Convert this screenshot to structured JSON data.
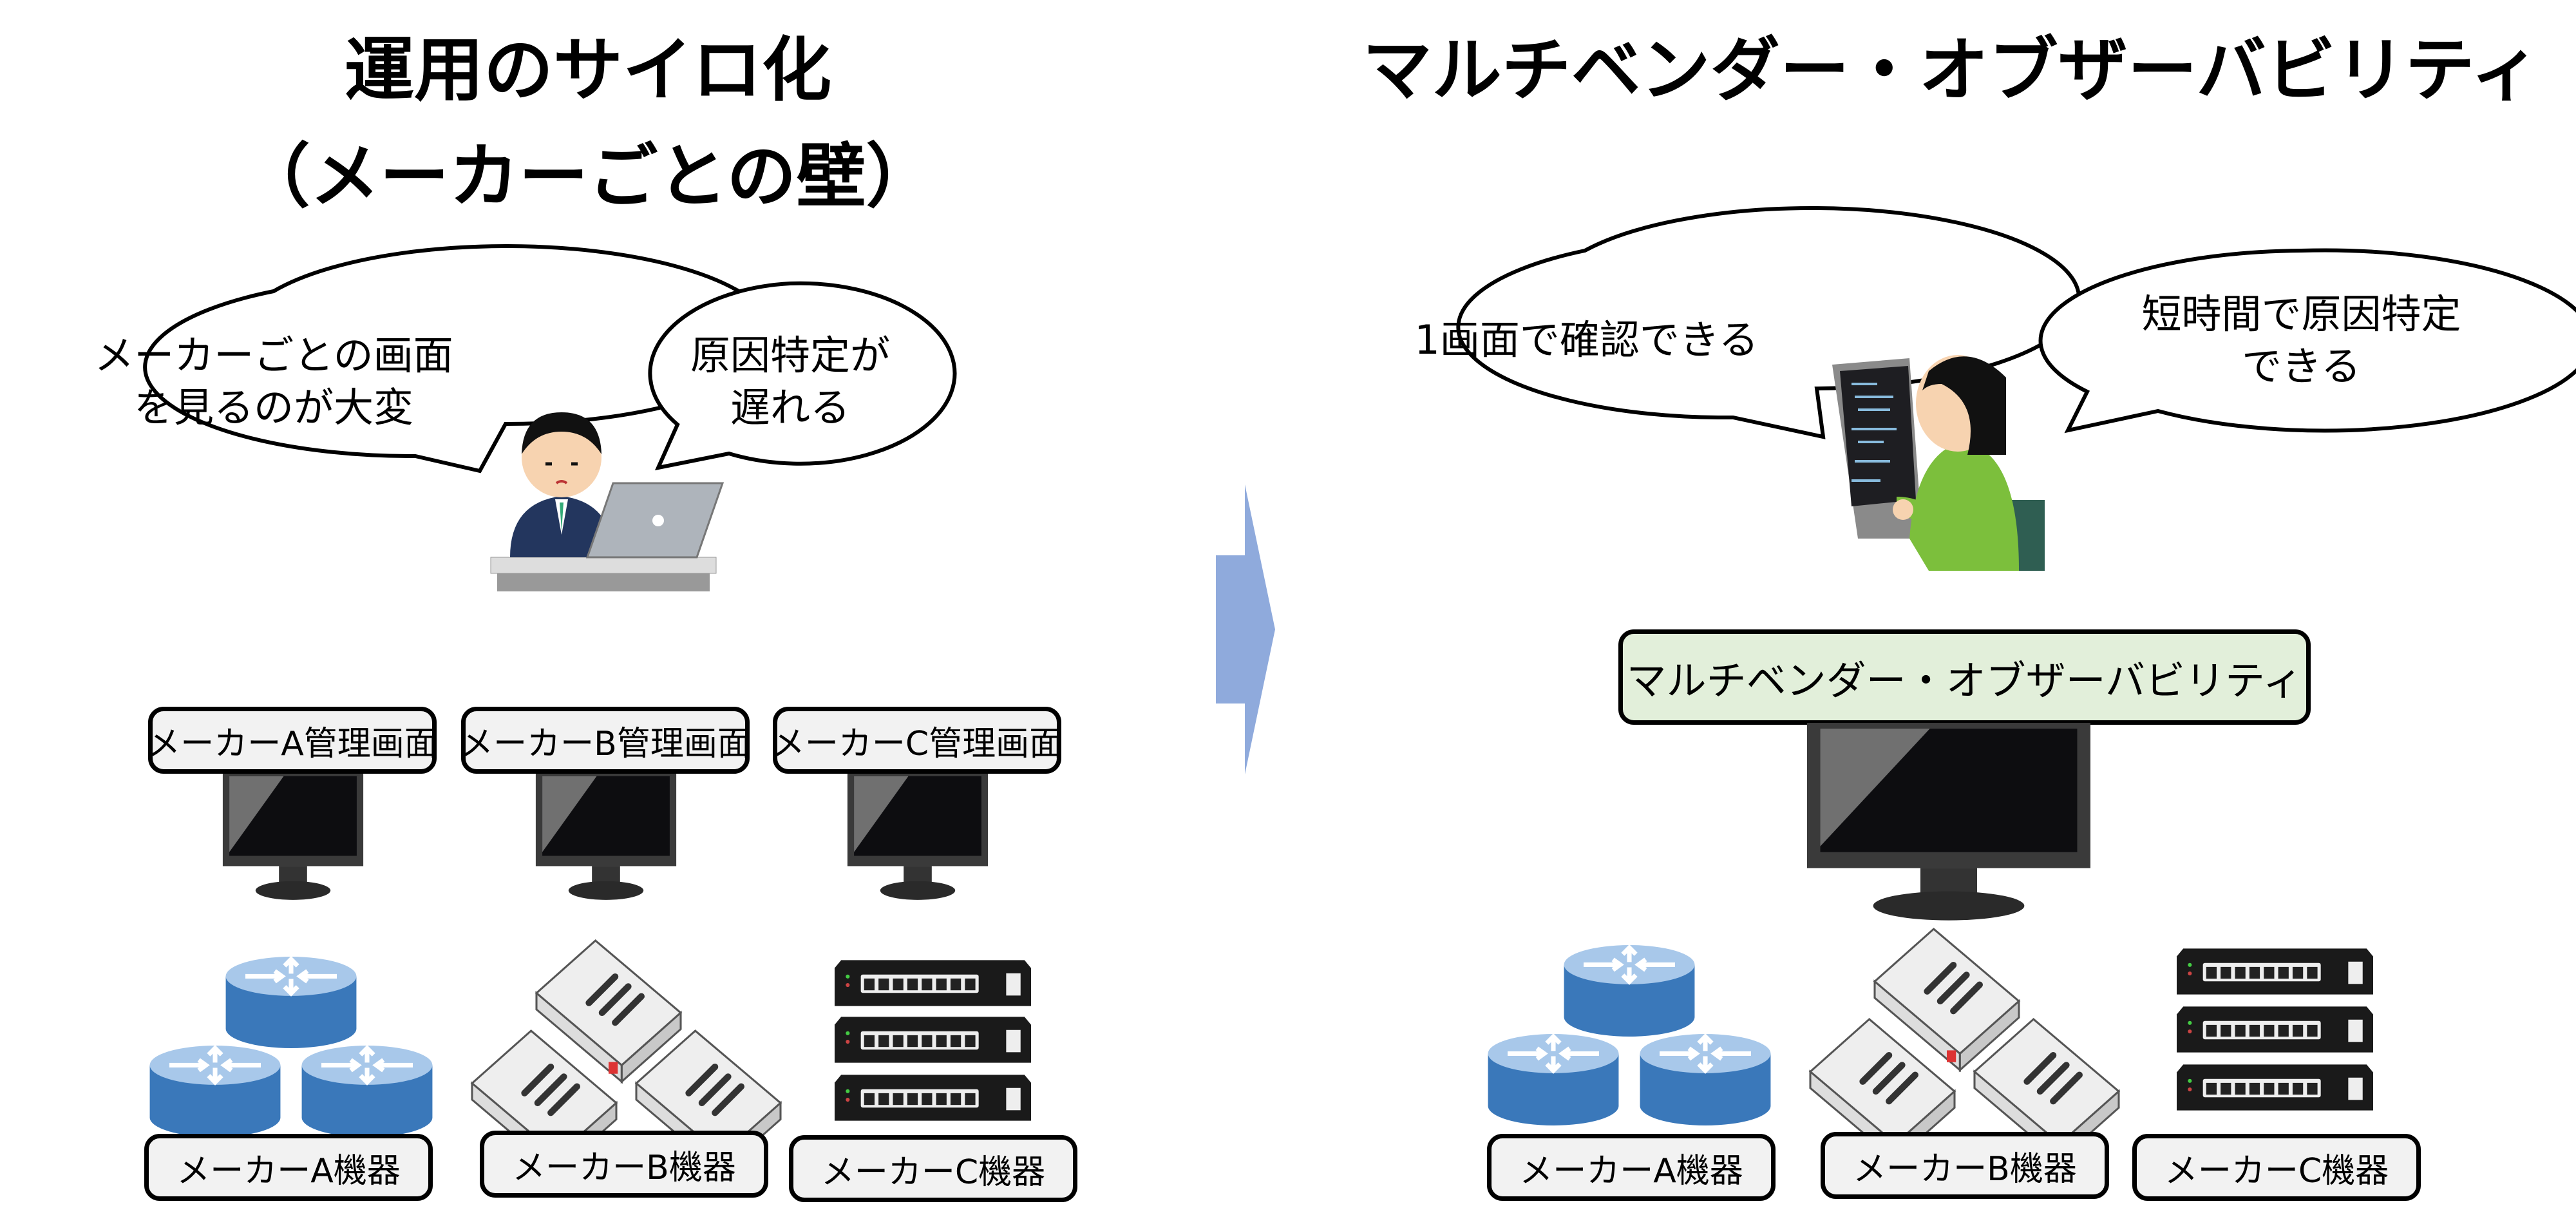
{
  "left": {
    "title_line1": "運用のサイロ化",
    "title_line2": "（メーカーごとの壁）",
    "bubble1": "メーカーごとの画面\nを見るのが大変",
    "bubble2": "原因特定が\n遅れる",
    "screens": [
      "メーカーA管理画面",
      "メーカーB管理画面",
      "メーカーC管理画面"
    ],
    "devices": [
      "メーカーA機器",
      "メーカーB機器",
      "メーカーC機器"
    ]
  },
  "right": {
    "title": "マルチベンダー・オブザーバビリティ",
    "bubble1": "1画面で確認できる",
    "bubble2": "短時間で原因特定\nできる",
    "platform": "マルチベンダー・オブザーバビリティ",
    "devices": [
      "メーカーA機器",
      "メーカーB機器",
      "メーカーC機器"
    ]
  },
  "colors": {
    "arrow": "#8faadc",
    "platform_bg": "#e2efda",
    "label_bg": "#f2f2f2",
    "router": "#3f7fc0"
  },
  "icons": [
    "worried-person-laptop-icon",
    "happy-person-laptop-icon",
    "monitor-icon",
    "router-icon",
    "firewall-appliance-icon",
    "network-switch-icon",
    "right-arrow-icon"
  ]
}
